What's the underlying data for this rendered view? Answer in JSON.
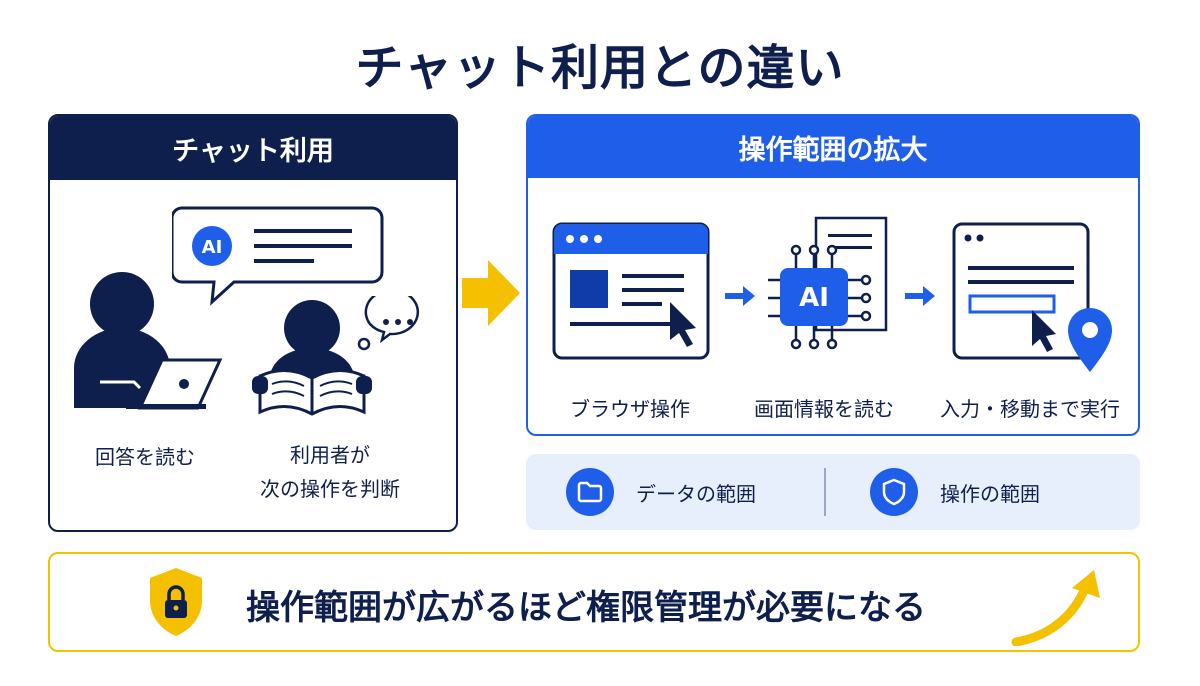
{
  "title": "チャット利用との違い",
  "left_panel": {
    "header": "チャット利用",
    "bubble_badge": "AI",
    "caption_read": "回答を読む",
    "caption_user_line1": "利用者が",
    "caption_user_line2": "次の操作を判断"
  },
  "right_panel": {
    "header": "操作範囲の拡大",
    "chip_label": "AI",
    "steps": [
      {
        "label": "ブラウザ操作"
      },
      {
        "label": "画面情報を読む"
      },
      {
        "label": "入力・移動まで実行"
      }
    ]
  },
  "scope": {
    "data_scope": "データの範囲",
    "operation_scope": "操作の範囲"
  },
  "bottom": {
    "message": "操作範囲が広がるほど権限管理が必要になる"
  },
  "colors": {
    "navy": "#0f1f4d",
    "blue": "#1f5ee8",
    "yellow": "#f2c400",
    "light_blue_bg": "#e8effc"
  }
}
